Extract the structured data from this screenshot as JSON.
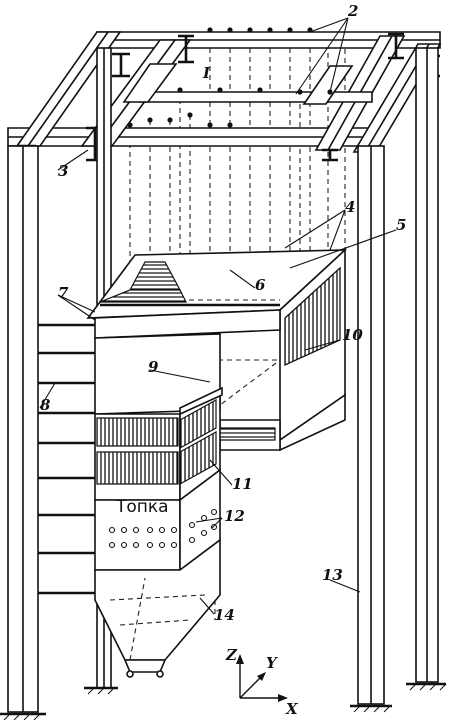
{
  "diagram": {
    "labels": {
      "l1": "2",
      "l2": "I",
      "l3": "3",
      "l4": "4",
      "l5": "5",
      "l6": "6",
      "l7": "7",
      "l8": "8",
      "l9": "9",
      "l10": "10",
      "l11": "11",
      "l12": "12",
      "l13": "13",
      "l14": "14"
    },
    "furnace_text": "Топка",
    "axes": {
      "z": "Z",
      "y": "Y",
      "x": "X"
    }
  }
}
